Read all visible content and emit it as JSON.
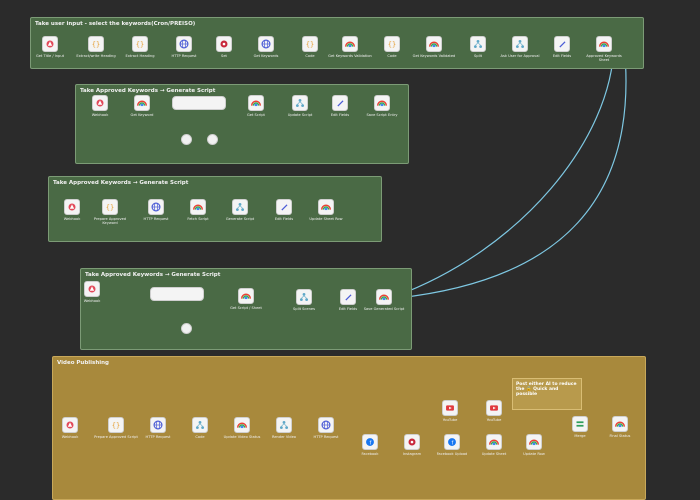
{
  "colors": {
    "canvas": "#2b2b2b",
    "group_green": "#4a6a45",
    "group_gold": "#a8893c",
    "wire": "#d9d9d9",
    "wire_highlight": "#7ec8e3"
  },
  "groups": [
    {
      "title": "Take user input - select the keywords(Cron/PREISO)"
    },
    {
      "title": "Take Approved Keywords → Generate Script"
    },
    {
      "title": "Take Approved Keywords → Generate Script"
    },
    {
      "title": "Take Approved Keywords → Generate Script"
    },
    {
      "title": "Video Publishing"
    }
  ],
  "note": {
    "text": "Post either AI to reduce the 🔒 Quick and possible"
  },
  "nodes": [
    {
      "label": "Get Title / Input",
      "icon": "trigger"
    },
    {
      "label": "Extract/write Heading",
      "icon": "code"
    },
    {
      "label": "Extract Heading",
      "icon": "code"
    },
    {
      "label": "HTTP Request",
      "icon": "http"
    },
    {
      "label": "Set",
      "icon": "stop"
    },
    {
      "label": "Get Keywords",
      "icon": "http"
    },
    {
      "label": "Code",
      "icon": "code"
    },
    {
      "label": "Get Keywords Validation",
      "icon": "sheets"
    },
    {
      "label": "Code",
      "icon": "code"
    },
    {
      "label": "Get Keywords Validated",
      "icon": "sheets"
    },
    {
      "label": "Split",
      "icon": "split"
    },
    {
      "label": "Ask User for Approval",
      "icon": "split"
    },
    {
      "label": "Edit Fields",
      "icon": "edit"
    },
    {
      "label": "Approved Keywords Sheet",
      "icon": "sheets"
    },
    {
      "label": "Webhook",
      "icon": "trigger"
    },
    {
      "label": "Get Keyword",
      "icon": "sheets"
    },
    {
      "label": "Get Script",
      "icon": "sheets"
    },
    {
      "label": "Update Script",
      "icon": "split"
    },
    {
      "label": "Edit Fields",
      "icon": "edit"
    },
    {
      "label": "Save Script Entry",
      "icon": "sheets"
    },
    {
      "label": "Webhook",
      "icon": "trigger"
    },
    {
      "label": "Prepare Approved Keyword",
      "icon": "code"
    },
    {
      "label": "HTTP Request",
      "icon": "http"
    },
    {
      "label": "Fetch Script",
      "icon": "sheets"
    },
    {
      "label": "Generate Script",
      "icon": "split"
    },
    {
      "label": "Edit Fields",
      "icon": "edit"
    },
    {
      "label": "Update Sheet Row",
      "icon": "sheets"
    },
    {
      "label": "Webhook",
      "icon": "trigger"
    },
    {
      "label": "Get Script / Sheet",
      "icon": "sheets"
    },
    {
      "label": "Split Scenes",
      "icon": "split"
    },
    {
      "label": "Edit Fields",
      "icon": "edit"
    },
    {
      "label": "Save Generated Script",
      "icon": "sheets"
    },
    {
      "label": "Webhook",
      "icon": "trigger"
    },
    {
      "label": "Prepare Approved Script",
      "icon": "code"
    },
    {
      "label": "HTTP Request",
      "icon": "http"
    },
    {
      "label": "Code",
      "icon": "split"
    },
    {
      "label": "Update Video Status",
      "icon": "sheets"
    },
    {
      "label": "Render Video",
      "icon": "split"
    },
    {
      "label": "HTTP Request",
      "icon": "http"
    },
    {
      "label": "YouTube",
      "icon": "youtube"
    },
    {
      "label": "Facebook",
      "icon": "facebook"
    },
    {
      "label": "Instagram",
      "icon": "stop"
    },
    {
      "label": "Facebook Upload",
      "icon": "facebook"
    },
    {
      "label": "Update Sheet",
      "icon": "sheets"
    },
    {
      "label": "YouTube",
      "icon": "youtube"
    },
    {
      "label": "Update Row",
      "icon": "sheets"
    },
    {
      "label": "Merge",
      "icon": "merge"
    },
    {
      "label": "Final Status",
      "icon": "sheets"
    }
  ]
}
